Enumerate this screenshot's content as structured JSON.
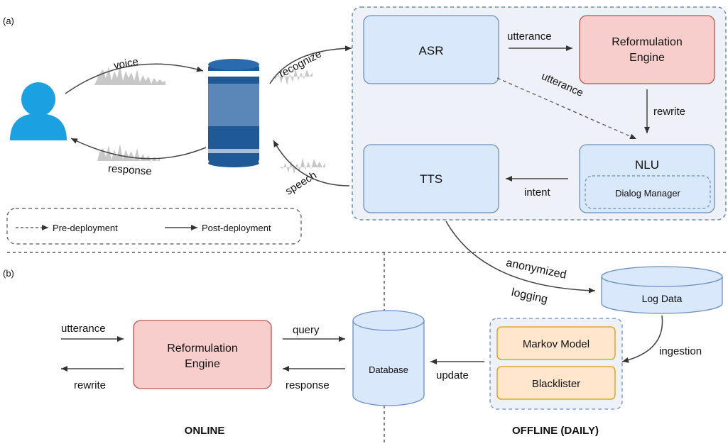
{
  "panel_a": {
    "label": "(a)",
    "edges": {
      "voice": "voice",
      "response": "response",
      "recognize": "recognize",
      "speech": "speech",
      "utterance_post": "utterance",
      "utterance_pre": "utterance",
      "rewrite": "rewrite",
      "intent": "intent"
    },
    "nodes": {
      "asr": "ASR",
      "reformulation_line1": "Reformulation",
      "reformulation_line2": "Engine",
      "nlu": "NLU",
      "dialog_manager": "Dialog Manager",
      "tts": "TTS"
    },
    "legend": {
      "pre_deployment": "Pre-deployment",
      "post_deployment": "Post-deployment"
    }
  },
  "panel_b": {
    "label": "(b)",
    "edges": {
      "anonymized": "anonymized",
      "logging": "logging",
      "ingestion": "ingestion",
      "update": "update",
      "query": "query",
      "response": "response",
      "utterance": "utterance",
      "rewrite": "rewrite"
    },
    "nodes": {
      "log_data": "Log Data",
      "markov_model": "Markov Model",
      "blacklister": "Blacklister",
      "database": "Database",
      "reformulation_line1": "Reformulation",
      "reformulation_line2": "Engine"
    },
    "sections": {
      "online": "ONLINE",
      "offline": "OFFLINE (DAILY)"
    }
  },
  "colors": {
    "blue_fill": "#dae8fc",
    "blue_stroke": "#6c8ebf",
    "red_fill": "#f8cecc",
    "red_stroke": "#b85450",
    "orange_fill": "#ffe6cc",
    "orange_stroke": "#d79b00",
    "user_icon": "#1ba1e2",
    "device_dark": "#1f5a96",
    "device_mid": "#5b87b8",
    "arrow": "#444444"
  },
  "icons": [
    "user-icon",
    "smart-speaker-icon",
    "waveform-icon",
    "database-cylinder-icon"
  ]
}
